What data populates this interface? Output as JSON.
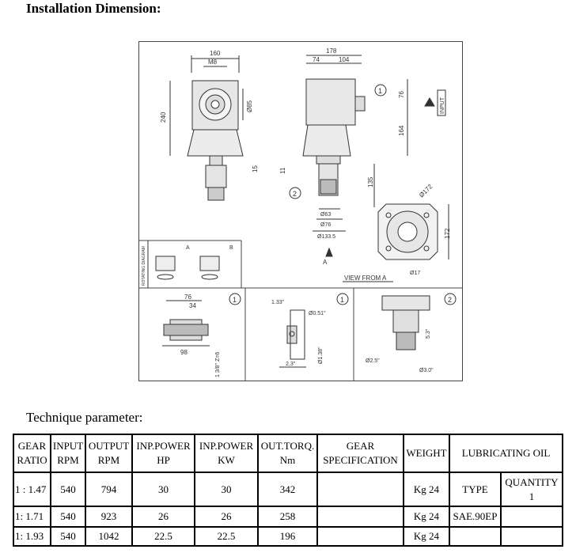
{
  "heading": "Installation Dimension:",
  "drawing": {
    "front_view": {
      "width": "160",
      "bolt": "M8",
      "height": "240",
      "bore": "Ø85",
      "shaft_offset": "15"
    },
    "side_view": {
      "total_width": "178",
      "left_width": "74",
      "right_width": "104",
      "top_height": "76",
      "body_height": "164",
      "flange_gap": "11",
      "shaft_length": "135",
      "dia_small": "Ø63",
      "dia_mid": "Ø76",
      "dia_large": "Ø133.5",
      "callout_1": "1",
      "callout_2": "2",
      "input_label": "INPUT",
      "arrow_a": "A"
    },
    "flange_view": {
      "pcd": "Ø172",
      "size": "172",
      "hole": "Ø17",
      "caption": "VIEW FROM A"
    },
    "rotating_panel": {
      "side_label": "ROTATING DIAGRAM",
      "label_a": "A",
      "label_b": "B"
    },
    "detail_1a": {
      "callout": "1",
      "w1": "76",
      "w2": "34",
      "w3": "98",
      "spline": "1 3/8\" Z=6"
    },
    "detail_1b": {
      "callout": "1",
      "len": "1.33\"",
      "dia_top": "Ø0.51\"",
      "width": "2.3\"",
      "dia_bottom": "Ø1.38\""
    },
    "detail_2": {
      "callout": "2",
      "dia_left": "Ø2.5\"",
      "height": "5.3\"",
      "dia_bottom": "Ø3.0\""
    }
  },
  "subheading": "Technique parameter:",
  "table": {
    "headers": {
      "ratio": [
        "GEAR",
        "RATIO"
      ],
      "input": [
        "INPUT",
        "RPM"
      ],
      "output": [
        "OUTPUT",
        "RPM"
      ],
      "hp": [
        "INP.POWER",
        "HP"
      ],
      "kw": [
        "INP.POWER",
        "KW"
      ],
      "torque": [
        "OUT.TORQ.",
        "Nm"
      ],
      "spec": [
        "GEAR",
        "SPECIFICATION"
      ],
      "weight": "WEIGHT",
      "oil": "LUBRICATING OIL"
    },
    "rows": [
      {
        "ratio": "1 : 1.47",
        "input": "540",
        "output": "794",
        "hp": "30",
        "kw": "30",
        "torque": "342",
        "spec": "",
        "weight": "Kg 24"
      },
      {
        "ratio": "1: 1.71",
        "input": "540",
        "output": "923",
        "hp": "26",
        "kw": "26",
        "torque": "258",
        "spec": "",
        "weight": "Kg 24"
      },
      {
        "ratio": "1: 1.93",
        "input": "540",
        "output": "1042",
        "hp": "22.5",
        "kw": "22.5",
        "torque": "196",
        "spec": "",
        "weight": "Kg 24"
      }
    ],
    "oil_type_label": "TYPE",
    "oil_quantity_label": "QUANTITY",
    "oil_quantity_value": "1",
    "oil_type_value": "SAE.90EP"
  }
}
